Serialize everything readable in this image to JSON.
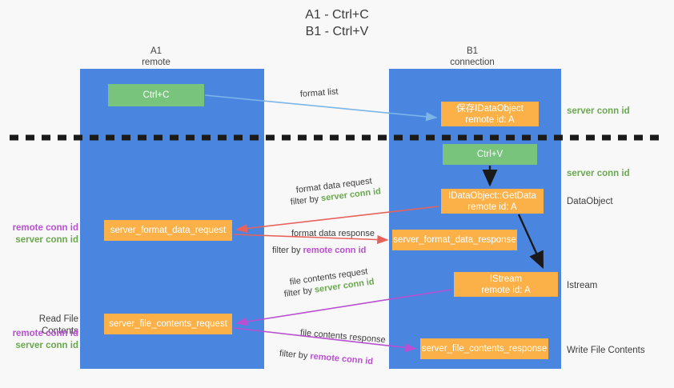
{
  "title": {
    "line1": "A1 - Ctrl+C",
    "line2": "B1 - Ctrl+V"
  },
  "columns": {
    "a": {
      "name": "A1",
      "role": "remote"
    },
    "b": {
      "name": "B1",
      "role": "connection"
    }
  },
  "nodes": {
    "ctrl_c": {
      "label": "Ctrl+C",
      "color": "#78c47d"
    },
    "save_dataobject": {
      "line1": "保存IDataObject",
      "line2": "remote id: A",
      "color": "#fbb148"
    },
    "ctrl_v": {
      "label": "Ctrl+V",
      "color": "#78c47d"
    },
    "getdata": {
      "line1": "IDataObject::GetData",
      "line2": "remote id: A",
      "color": "#fbb148"
    },
    "format_data_request": {
      "label": "server_format_data_request",
      "color": "#fbb148"
    },
    "format_data_response": {
      "label": "server_format_data_response",
      "color": "#fbb148"
    },
    "istream": {
      "line1": "IStream",
      "line2": "remote id: A",
      "color": "#fbb148"
    },
    "file_contents_request": {
      "label": "server_file_contents_request",
      "color": "#fbb148"
    },
    "file_contents_response": {
      "label": "server_file_contents_response",
      "color": "#fbb148"
    }
  },
  "edges": {
    "format_list": "format list",
    "format_data_request_l1": "format data request",
    "format_data_request_filter_prefix": "filter by ",
    "format_data_request_filter_value": "server conn id",
    "format_data_response_l1": "format data response",
    "format_data_response_filter_prefix": "filter by ",
    "format_data_response_filter_value": "remote conn id",
    "file_contents_request_l1": "file contents request",
    "file_contents_request_filter_prefix": "filter by ",
    "file_contents_request_filter_value": "server conn id",
    "file_contents_response_l1": "file contents response",
    "file_contents_response_filter_prefix": "filter by ",
    "file_contents_response_filter_value": "remote conn id"
  },
  "side_labels": {
    "server_conn_id_top": "server conn id",
    "server_conn_id_mid": "server conn id",
    "dataobject": "DataObject",
    "istream": "Istream",
    "write_file_contents": "Write File Contents",
    "read_file_contents": "Read File Contents",
    "remote_conn_id": "remote conn id",
    "server_conn_id": "server conn id"
  },
  "colors": {
    "lane": "#4a86e0",
    "green_box": "#78c47d",
    "orange_box": "#fbb148",
    "green_text": "#6aa84f",
    "purple_text": "#b94fd1",
    "arrow_blue": "#7cb5e8",
    "arrow_red": "#e8625c",
    "arrow_purple": "#b94fd1",
    "arrow_black": "#1a1a1a",
    "divider": "#1a1a1a",
    "background": "#f8f8f8"
  }
}
